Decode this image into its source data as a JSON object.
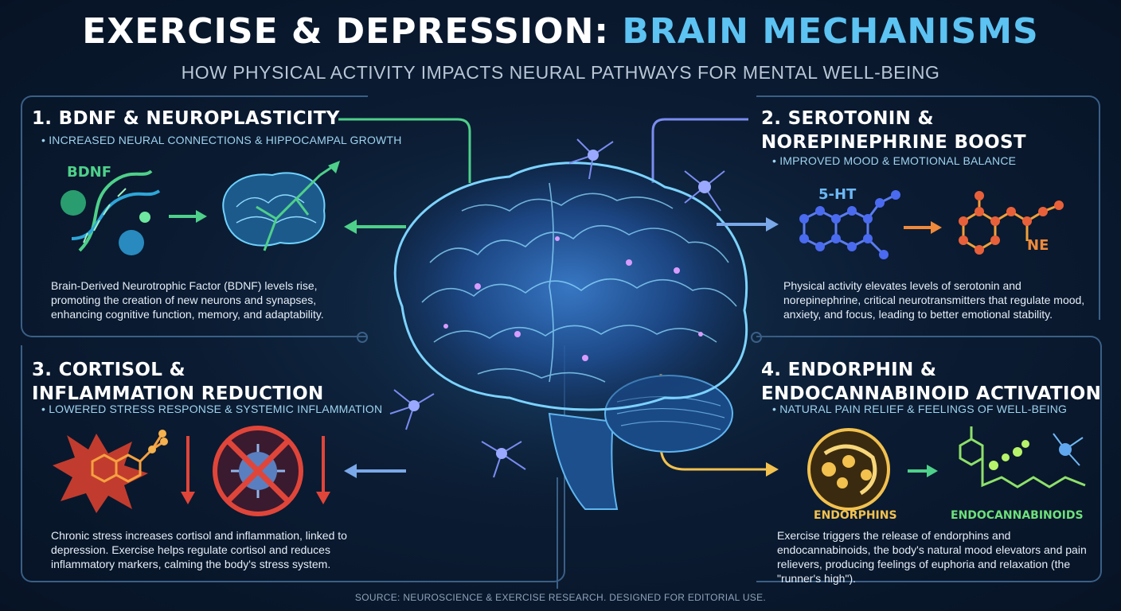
{
  "header": {
    "title_part1": "EXERCISE & DEPRESSION:",
    "title_part2": "BRAIN MECHANISMS",
    "subtitle": "HOW PHYSICAL ACTIVITY IMPACTS NEURAL PATHWAYS FOR MENTAL WELL-BEING"
  },
  "sections": [
    {
      "title_line1": "1. BDNF & NEUROPLASTICITY",
      "title_line2": "",
      "subtitle": "• INCREASED NEURAL CONNECTIONS & HIPPOCAMPAL GROWTH",
      "body": "Brain-Derived Neurotrophic Factor (BDNF) levels rise, promoting the creation of new neurons and synapses, enhancing cognitive function, memory, and adaptability.",
      "label": "BDNF"
    },
    {
      "title_line1": "2. SEROTONIN &",
      "title_line2": "NOREPINEPHRINE BOOST",
      "subtitle": "• IMPROVED MOOD & EMOTIONAL BALANCE",
      "body": "Physical activity elevates levels of serotonin and norepinephrine, critical neurotransmitters that regulate mood, anxiety, and focus, leading to better emotional stability.",
      "label_a": "5-HT",
      "label_b": "NE"
    },
    {
      "title_line1": "3. CORTISOL &",
      "title_line2": "INFLAMMATION REDUCTION",
      "subtitle": "• LOWERED STRESS RESPONSE & SYSTEMIC INFLAMMATION",
      "body": "Chronic stress increases cortisol and inflammation, linked to depression. Exercise helps regulate cortisol and reduces inflammatory markers, calming the body's stress system."
    },
    {
      "title_line1": "4. ENDORPHIN &",
      "title_line2": "ENDOCANNABINOID ACTIVATION",
      "subtitle": "• NATURAL PAIN RELIEF & FEELINGS OF WELL-BEING",
      "body": "Exercise triggers the release of endorphins and endocannabinoids, the body's natural mood elevators and pain relievers, producing feelings of euphoria and relaxation (the \"runner's high\").",
      "label_a": "ENDORPHINS",
      "label_b": "ENDOCANNABINOIDS"
    }
  ],
  "footer": {
    "source": "SOURCE: NEUROSCIENCE & EXERCISE RESEARCH. DESIGNED FOR EDITORIAL USE."
  },
  "colors": {
    "accent_blue": "#5cc3f2",
    "green": "#4ed08a",
    "orange": "#f08a3a",
    "red": "#e0453a",
    "gold": "#f2c14e",
    "frame": "#3a5f86"
  }
}
